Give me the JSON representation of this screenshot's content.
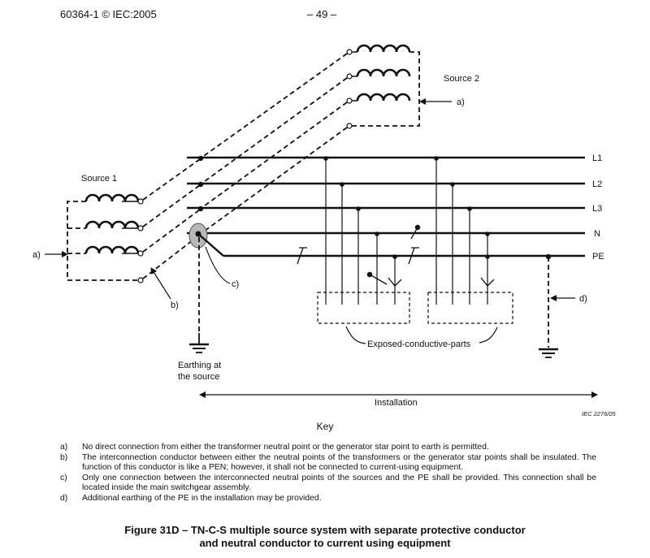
{
  "header": {
    "doc_id": "60364-1 © IEC:2005",
    "page": "– 49 –"
  },
  "labels": {
    "source1": "Source 1",
    "source2": "Source 2",
    "conductors": [
      "L1",
      "L2",
      "L3",
      "N",
      "PE"
    ],
    "callout_a_left": "a)",
    "callout_a_right": "a)",
    "callout_b": "b)",
    "callout_c": "c)",
    "callout_d": "d)",
    "earthing_line1": "Earthing at",
    "earthing_line2": "the source",
    "exposed": "Exposed-conductive-parts",
    "installation": "Installation",
    "iec_ref": "IEC   2276/05"
  },
  "key": {
    "heading": "Key",
    "notes": [
      {
        "label": "a)",
        "text": "No direct connection from either the transformer neutral point or the generator star point to earth is permitted."
      },
      {
        "label": "b)",
        "text": "The interconnection conductor between either the neutral points of the transformers or the generator star points shall be insulated. The function of this conductor is like a PEN; however, it shall not be connected to current-using equipment."
      },
      {
        "label": "c)",
        "text": "Only one connection between the interconnected neutral points of the sources and the PE shall be provided. This connection shall be located inside the main switchgear assembly."
      },
      {
        "label": "d)",
        "text": "Additional earthing of the PE in the installation may be provided."
      }
    ]
  },
  "caption": {
    "line1": "Figure 31D – TN-C-S multiple source system with separate protective conductor",
    "line2": "and neutral conductor to current using equipment"
  },
  "colors": {
    "ink": "#111111",
    "ellipse_fill": "#b8b8b8"
  }
}
